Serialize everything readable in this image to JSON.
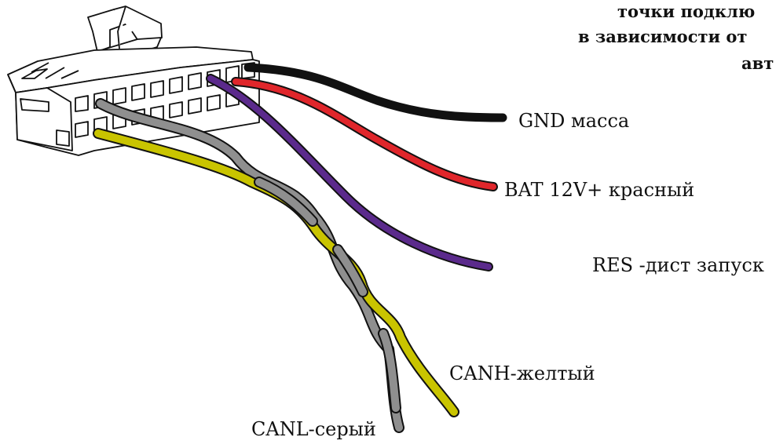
{
  "heading": {
    "line1": "точки подклю",
    "line2": "в зависимости от",
    "line3": "авт"
  },
  "wires": [
    {
      "id": "gnd",
      "label": "GND масса",
      "color": "#111111"
    },
    {
      "id": "bat",
      "label": "BAT 12V+ красный",
      "color": "#e0262b"
    },
    {
      "id": "res",
      "label": "RES -дист запуск",
      "color": "#5b2a8c"
    },
    {
      "id": "canh",
      "label": "CANH-желтый",
      "color": "#c9c400"
    },
    {
      "id": "canl",
      "label": "CANL-серый",
      "color": "#8f8f8f"
    }
  ],
  "connector": {
    "icon": "wiring-connector-icon",
    "body_color": "#ffffff",
    "outline_color": "#111111"
  }
}
